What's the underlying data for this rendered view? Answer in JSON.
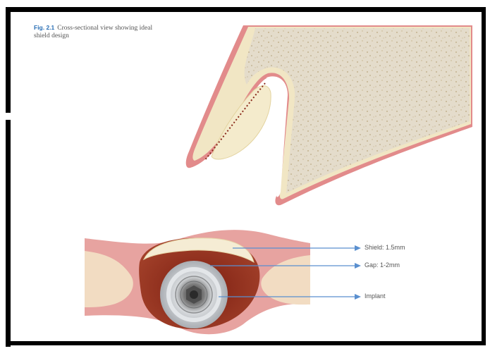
{
  "caption": {
    "figure": "Fig. 2.1",
    "text": "Cross-sectional view showing ideal shield design"
  },
  "labels": {
    "shield": "Shield: 1.5mm",
    "gap": "Gap: 1-2mm",
    "implant": "Implant"
  },
  "colors": {
    "bone": "#e3dac9",
    "gingiva": "#e28b8b",
    "cortical": "#f1e6c4",
    "socket": "#8a2a1a",
    "implant": "#c9cdd1",
    "arrow": "#5a8fcf"
  }
}
